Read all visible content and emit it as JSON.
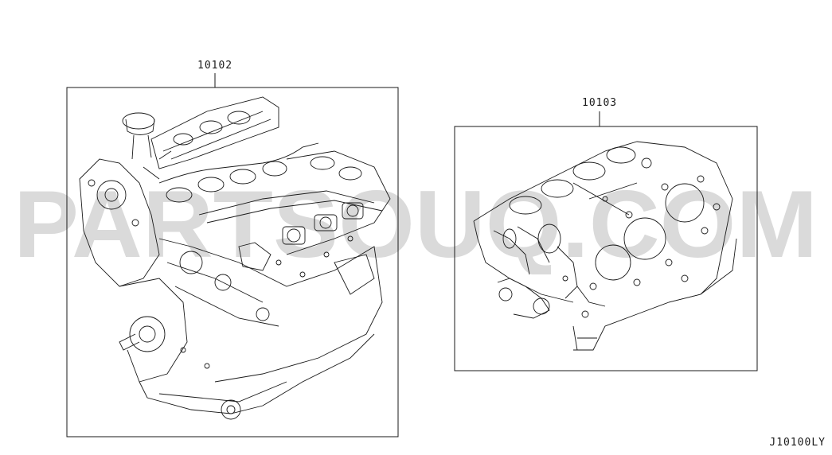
{
  "parts": [
    {
      "number": "10102",
      "description_icon": "complete-engine-assembly-drawing"
    },
    {
      "number": "10103",
      "description_icon": "short-engine-block-drawing"
    }
  ],
  "watermark": {
    "text": "PARTSOUQ.COM",
    "color": "#d9d9d9"
  },
  "diagram_code": "J10100LY",
  "colors": {
    "line": "#1a1a1a",
    "background": "#ffffff"
  }
}
